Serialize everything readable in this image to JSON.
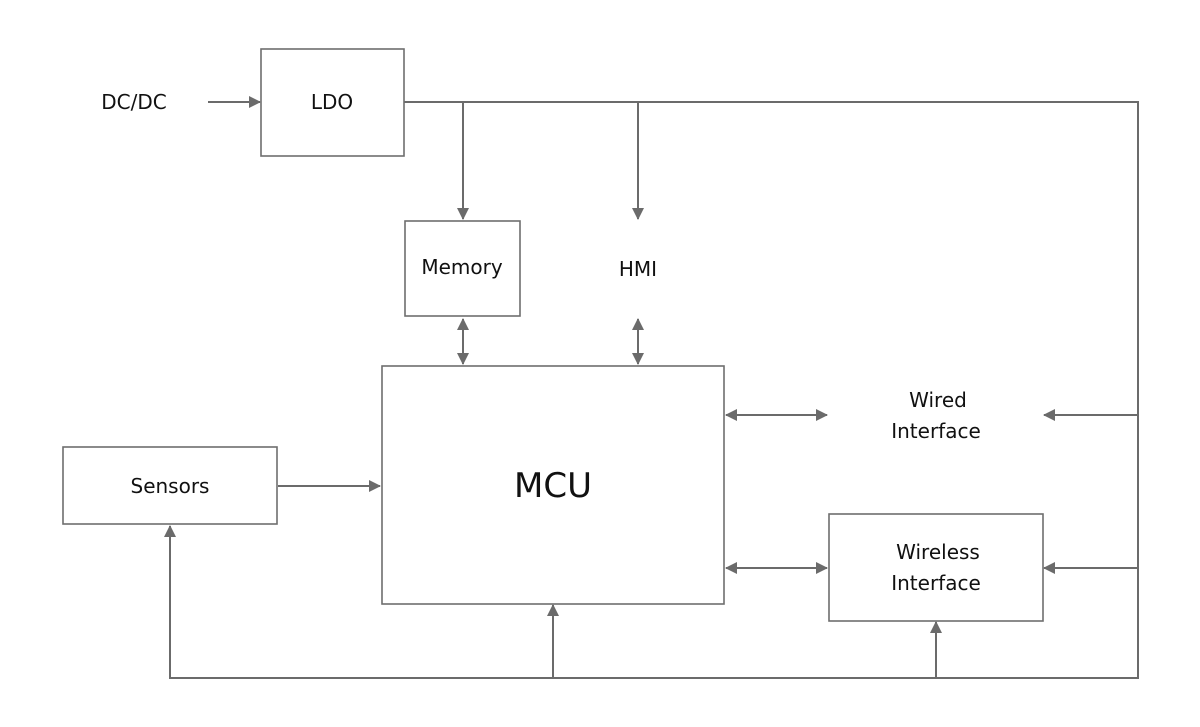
{
  "diagram": {
    "input": "DC/DC",
    "ldo": "LDO",
    "memory": "Memory",
    "hmi": "HMI",
    "mcu": "MCU",
    "sensors": "Sensors",
    "wired_line1": "Wired",
    "wired_line2": "Interface",
    "wireless_line1": "Wireless",
    "wireless_line2": "Interface"
  },
  "colors": {
    "line": "#6b6b6b",
    "box_border": "#6e6e6e",
    "text": "#111111",
    "background": "#ffffff"
  }
}
